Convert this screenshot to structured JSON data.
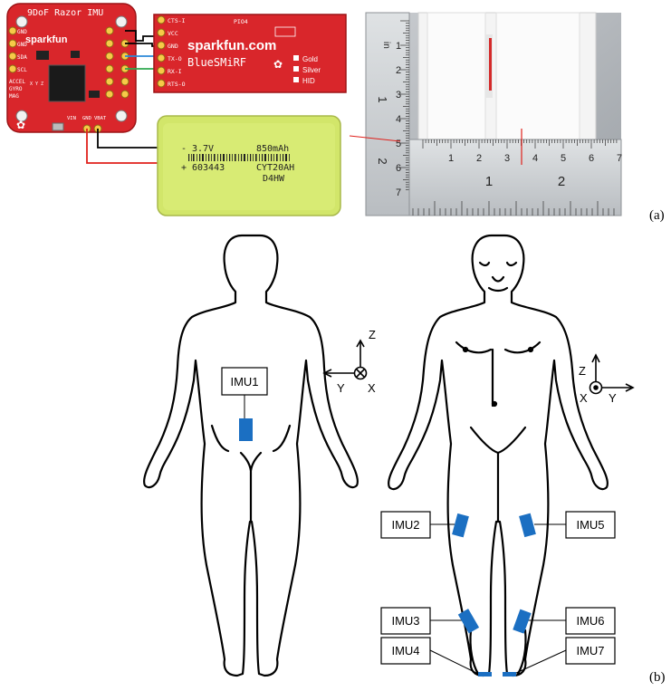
{
  "panel_labels": {
    "a": "(a)",
    "b": "(b)"
  },
  "imu_board": {
    "title": "9DoF Razor IMU",
    "brand": "sparkfun",
    "left_pins": [
      "GND",
      "GND",
      "SDA",
      "SCL"
    ],
    "bottom_labels": [
      "VIN",
      "GND",
      "VBAT"
    ],
    "sensor_labels": [
      "ACCEL",
      "GYRO",
      "MAG"
    ],
    "axis_labels": [
      "X",
      "Y",
      "Z"
    ]
  },
  "bluetooth_board": {
    "brand": "sparkfun.com",
    "product": "BlueSMiRF",
    "pins": [
      "CTS-I",
      "VCC",
      "GND",
      "TX-O",
      "RX-I",
      "RTS-O"
    ],
    "pio_label": "PIO4",
    "options": [
      "Gold",
      "Silver",
      "HID"
    ]
  },
  "battery": {
    "line1_sign": "-",
    "line1_voltage": "3.7V",
    "line1_capacity": "850mAh",
    "line2_sign": "+",
    "line2_model": "603443",
    "line2_code": "CYT20AH",
    "line3_code": "D4HW"
  },
  "ruler_photo": {
    "vertical_unit": "in",
    "vertical_inch_marks": [
      "1",
      "2"
    ],
    "vertical_cm_marks": [
      "1",
      "2",
      "3",
      "4",
      "5",
      "6",
      "7"
    ],
    "horizontal_cm_marks": [
      "1",
      "2",
      "3",
      "4",
      "5",
      "6",
      "7"
    ],
    "horizontal_inch_marks": [
      "1",
      "2"
    ]
  },
  "back_view": {
    "axes": {
      "z": "Z",
      "y": "Y",
      "x": "X"
    },
    "imu_labels": [
      "IMU1"
    ]
  },
  "front_view": {
    "axes": {
      "z": "Z",
      "y": "Y",
      "x": "X"
    },
    "imu_labels": [
      "IMU2",
      "IMU3",
      "IMU4",
      "IMU5",
      "IMU6",
      "IMU7"
    ]
  },
  "colors": {
    "pcb_red": "#d9262b",
    "battery_green": "#d2e66a",
    "imu_blue": "#1b6fc2",
    "wire_black": "#000000",
    "wire_red": "#e0201b"
  }
}
